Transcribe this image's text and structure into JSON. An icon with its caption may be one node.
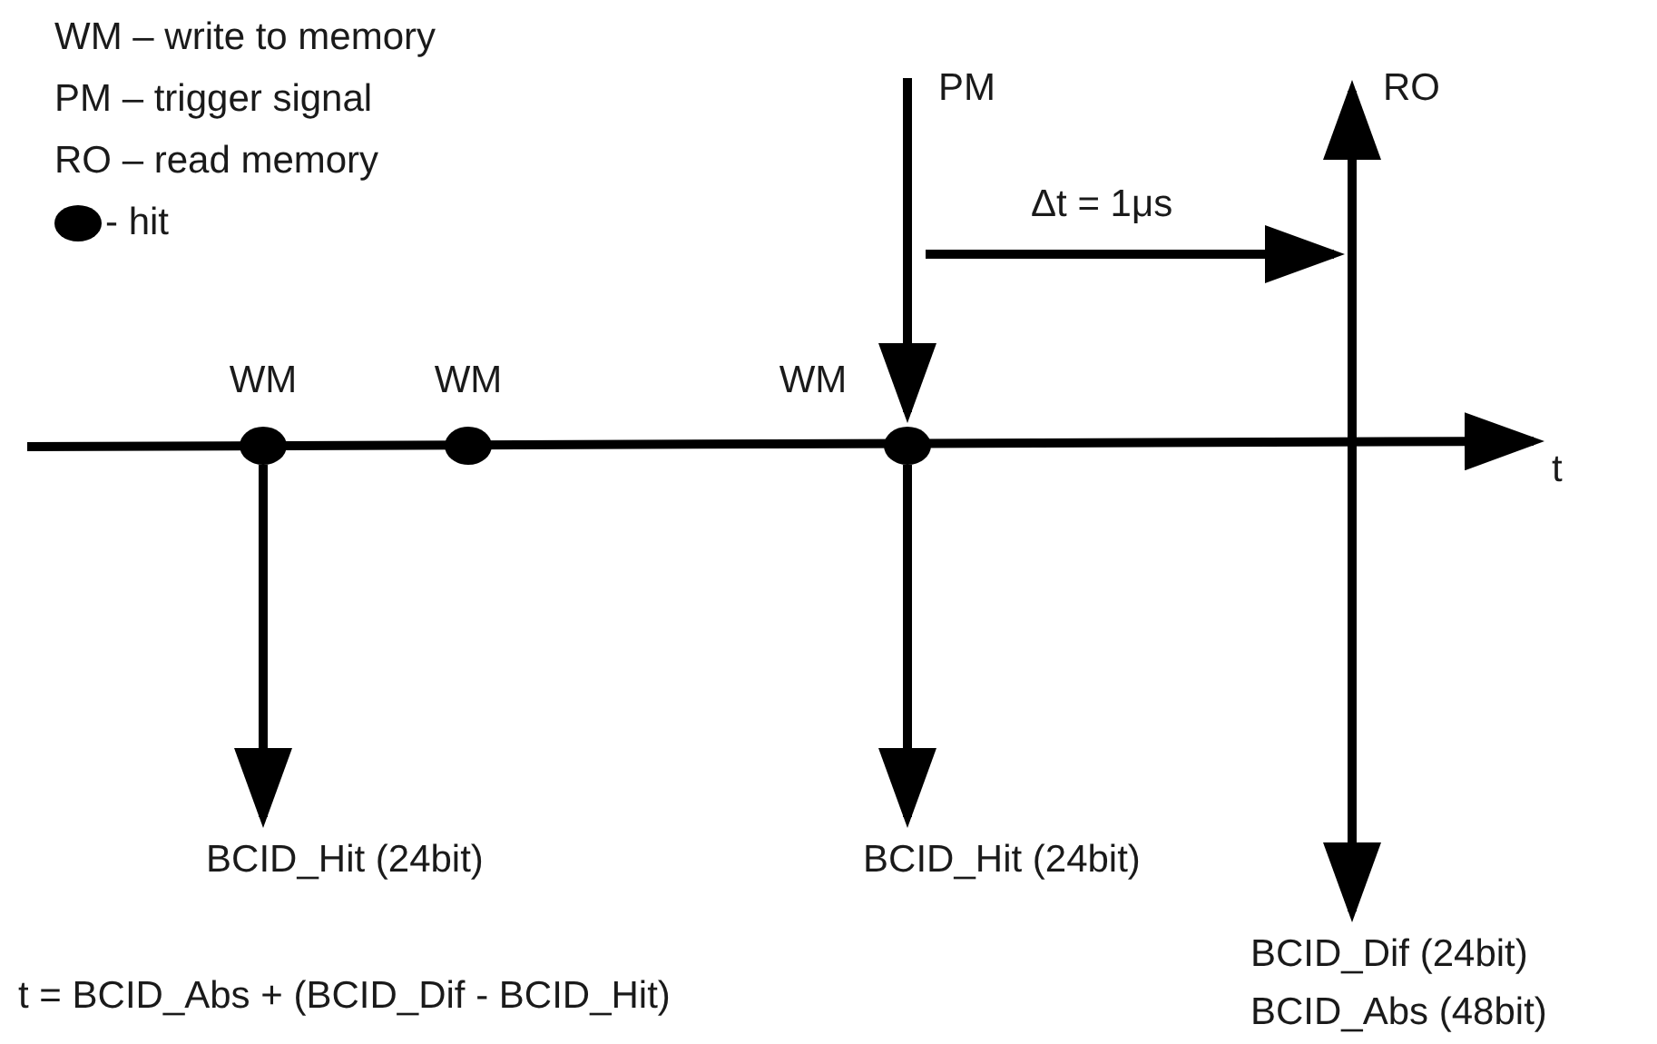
{
  "diagram": {
    "nodes": [
      {
        "text": [],
        "shape": "circle",
        "beside": [
          "WM"
        ]
      },
      {
        "text": [],
        "shape": "circle",
        "beside": [
          "WM"
        ]
      },
      {
        "text": [],
        "shape": "circle",
        "beside": [
          "WM"
        ]
      },
      {
        "text": [
          "BCID_Hit (24bit)"
        ]
      },
      {
        "text": [
          "BCID_Hit (24bit)"
        ]
      },
      {
        "text": [
          "BCID_Dif (24bit)",
          "BCID_Abs (48bit)"
        ]
      }
    ],
    "edges": [
      {
        "from": 0,
        "to": 3,
        "arrow": "to"
      },
      {
        "from": 2,
        "to": 4,
        "arrow": "to"
      },
      {
        "from": null,
        "to": 2,
        "arrow": "to"
      },
      {
        "from": null,
        "to": 5,
        "arrow": "both"
      }
    ],
    "labels": [
      "PM",
      "RO",
      "Δt = 1μs",
      "t",
      "t = BCID_Abs + (BCID_Dif - BCID_Hit)"
    ],
    "legend": [
      {
        "text": "WM – write to memory"
      },
      {
        "text": "PM – trigger signal"
      },
      {
        "text": "RO – read memory"
      },
      {
        "text": "- hit"
      }
    ]
  }
}
